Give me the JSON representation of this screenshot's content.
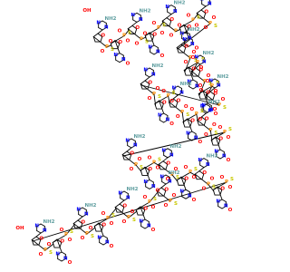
{
  "image_type": "2D skeletal structure of a long-chain phosphorothioate oligonucleotide",
  "colors": {
    "background": "#ffffff",
    "bond": "#000000",
    "N": "#0000ff",
    "O": "#ff0000",
    "P": "#ff8c00",
    "S": "#c8c800",
    "H": "#5f9ea0"
  },
  "atom_symbols": {
    "nitrogen": "N",
    "oxygen": "O",
    "phosphorus": "P",
    "sulfur": "S",
    "amine": "NH2",
    "hydroxyl": "OH"
  },
  "segments": [
    {
      "id": "top",
      "monomers": 7
    },
    {
      "id": "upper-right",
      "monomers": 5
    },
    {
      "id": "middle",
      "monomers": 6
    },
    {
      "id": "lower",
      "monomers": 6
    },
    {
      "id": "bottom",
      "monomers": 7
    }
  ]
}
